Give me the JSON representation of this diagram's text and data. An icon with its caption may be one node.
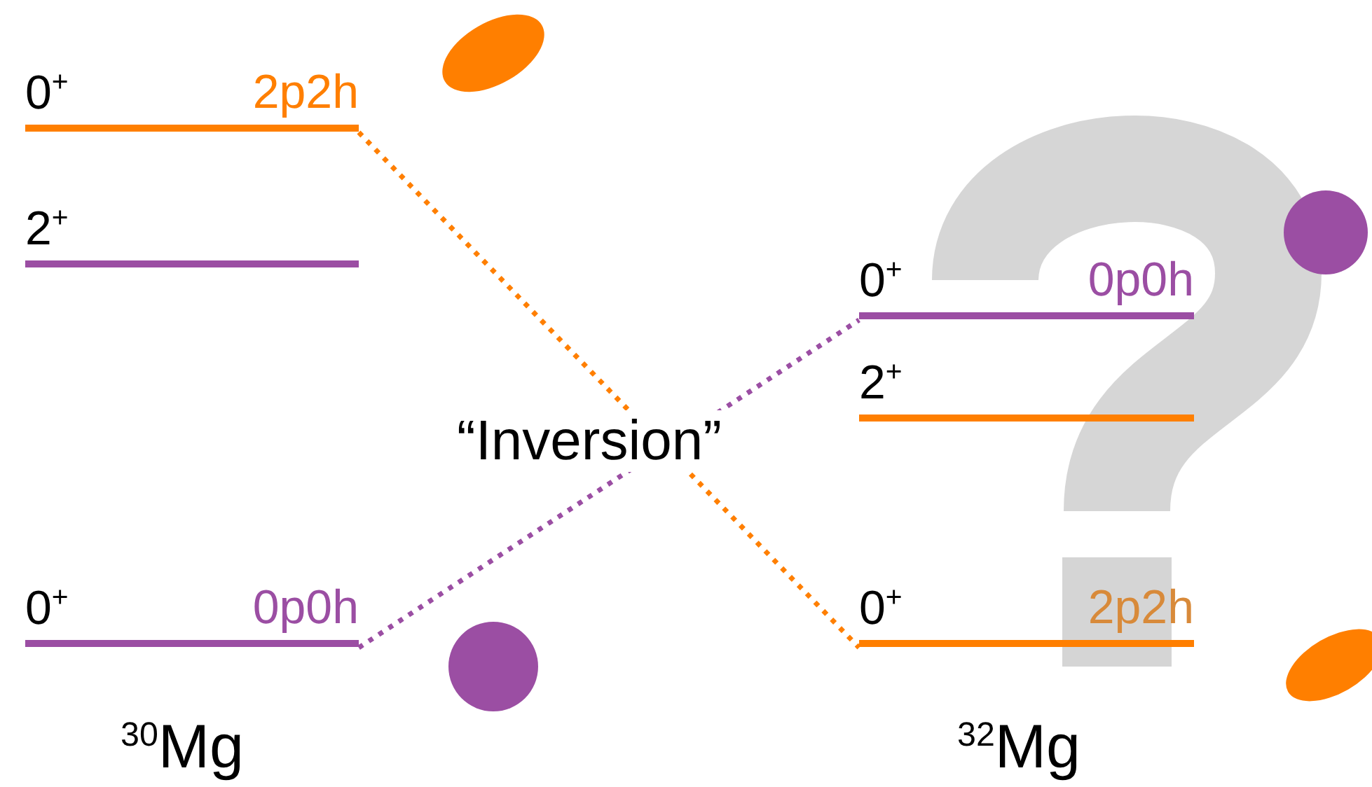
{
  "diagram": {
    "nodes": [
      {
        "text": [
          "0$^{+}$",
          "2p2h"
        ]
      },
      {
        "text": [
          "2$^{+}$"
        ]
      },
      {
        "text": [
          "0$^{+}$",
          "0p0h"
        ]
      },
      {
        "text": [
          "0$^{+}$",
          "0p0h"
        ]
      },
      {
        "text": [
          "2$^{+}$"
        ]
      },
      {
        "text": [
          "0$^{+}$",
          "2p2h"
        ]
      }
    ],
    "edges": [
      {
        "from": 0,
        "to": 5,
        "arrow": "none",
        "style": "dashed",
        "color": "#ff7f00"
      },
      {
        "from": 2,
        "to": 3,
        "arrow": "none",
        "style": "dashed",
        "color": "#9b4ea3"
      }
    ],
    "labels": [
      "“Inversion”",
      "$^{30}$Mg",
      "$^{32}$Mg"
    ]
  }
}
